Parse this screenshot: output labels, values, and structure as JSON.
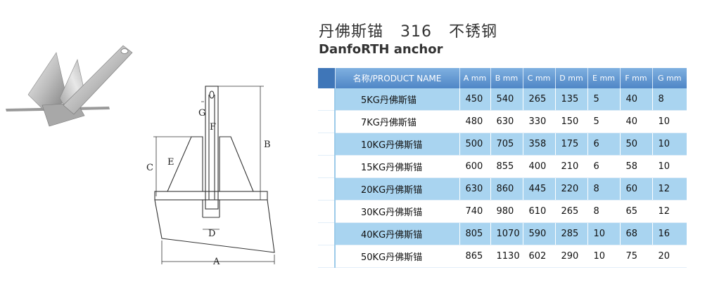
{
  "heading": {
    "title_cn": "丹佛斯锚   316   不锈钢",
    "title_en": "DanfoRTH anchor"
  },
  "diagram_labels": {
    "a": "A",
    "b": "B",
    "c": "C",
    "d": "D",
    "e": "E",
    "f": "F",
    "g": "G"
  },
  "table": {
    "headers": [
      "名称/PRODUCT  NAME",
      "A  mm",
      "B  mm",
      "C  mm",
      "D  mm",
      "E  mm",
      "F  mm",
      "G  mm"
    ],
    "rows": [
      {
        "name": "5KG丹佛斯锚",
        "a": "450",
        "b": "540",
        "c": "265",
        "d": "135",
        "e": "5",
        "f": "40",
        "g": "8"
      },
      {
        "name": "7KG丹佛斯锚",
        "a": "480",
        "b": "630",
        "c": "330",
        "d": "150",
        "e": "5",
        "f": "40",
        "g": "10"
      },
      {
        "name": "10KG丹佛斯锚",
        "a": "500",
        "b": "705",
        "c": "358",
        "d": "175",
        "e": "6",
        "f": "50",
        "g": "10"
      },
      {
        "name": "15KG丹佛斯锚",
        "a": "600",
        "b": "855",
        "c": "400",
        "d": "210",
        "e": "6",
        "f": "58",
        "g": "10"
      },
      {
        "name": "20KG丹佛斯锚",
        "a": "630",
        "b": "860",
        "c": "445",
        "d": "220",
        "e": "8",
        "f": "60",
        "g": "12"
      },
      {
        "name": "30KG丹佛斯锚",
        "a": "740",
        "b": "980",
        "c": "610",
        "d": "265",
        "e": "8",
        "f": "65",
        "g": "12"
      },
      {
        "name": "40KG丹佛斯锚",
        "a": "805",
        "b": "1070",
        "c": "590",
        "d": "285",
        "e": "10",
        "f": "68",
        "g": "16"
      },
      {
        "name": "50KG丹佛斯锚",
        "a": "865",
        "b": "1130",
        "c": "602",
        "d": "290",
        "e": "10",
        "f": "75",
        "g": "20"
      }
    ]
  }
}
